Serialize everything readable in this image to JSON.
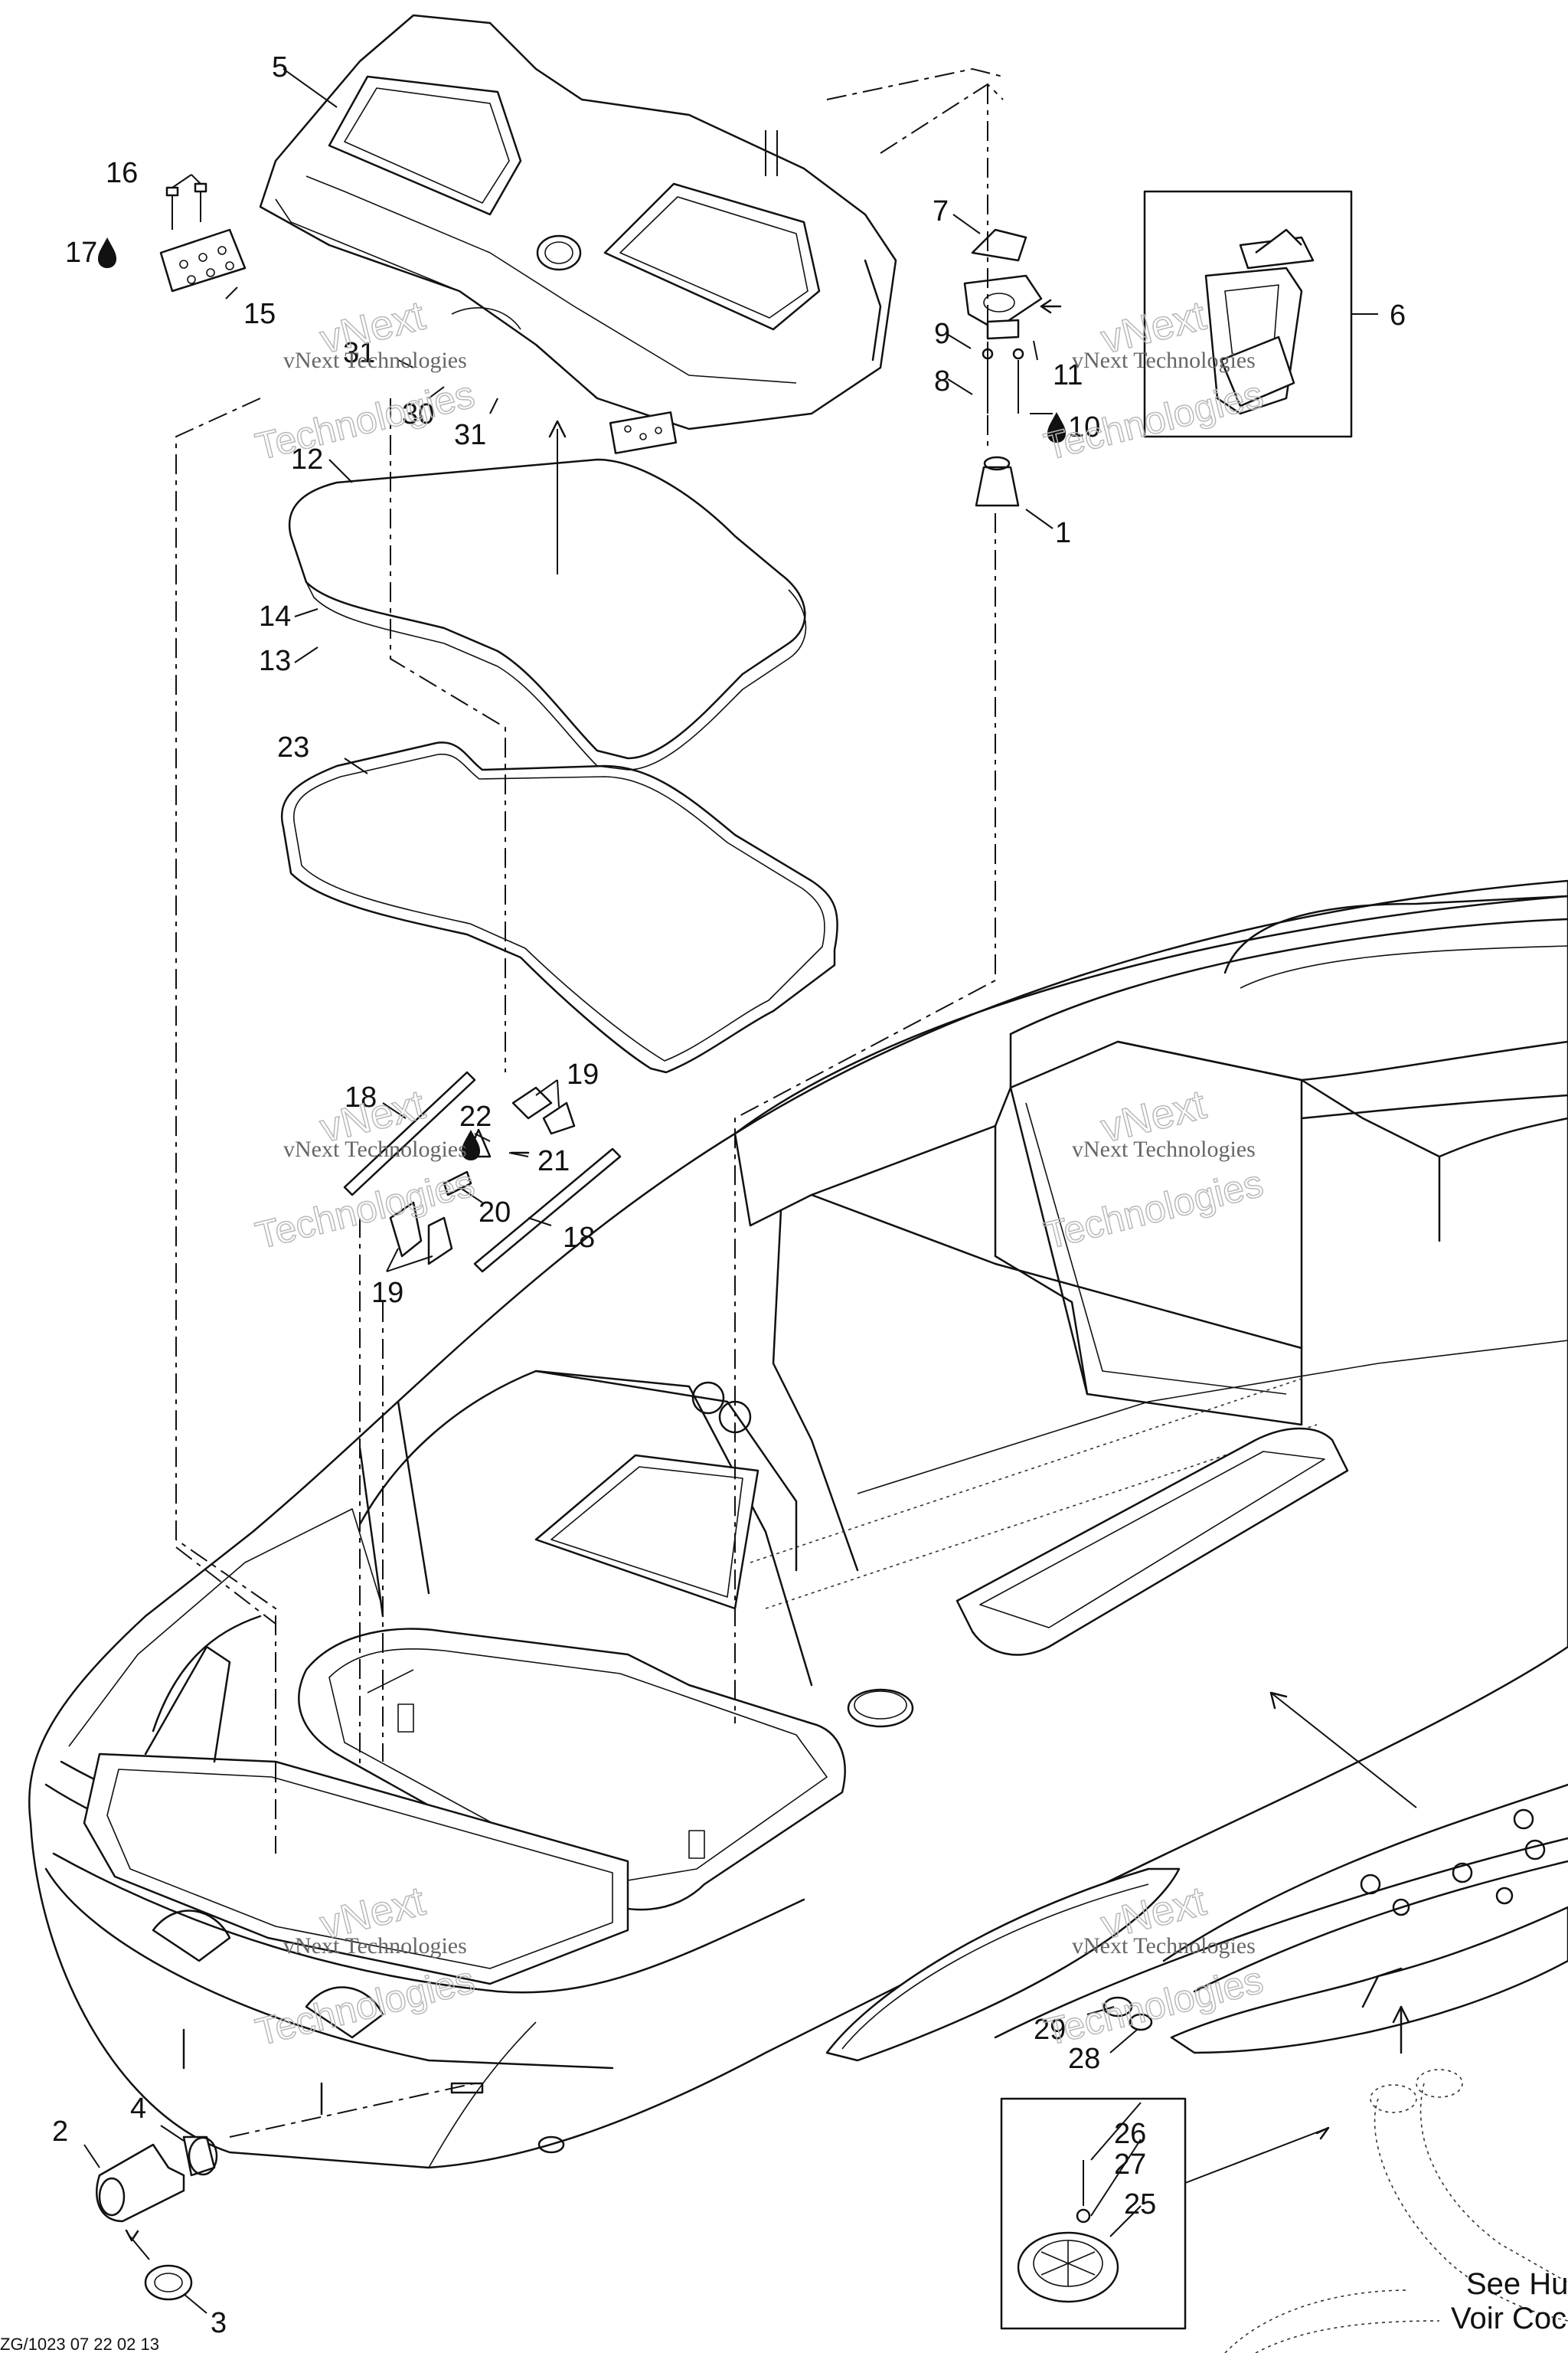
{
  "callouts": [
    "1",
    "2",
    "3",
    "4",
    "5",
    "6",
    "7",
    "8",
    "9",
    "10",
    "11",
    "12",
    "13",
    "14",
    "15",
    "16",
    "17",
    "18",
    "19",
    "20",
    "21",
    "22",
    "23",
    "25",
    "26",
    "27",
    "28",
    "29",
    "30",
    "31"
  ],
  "watermark": {
    "line1": "vNext Technologies",
    "line2": "vNext",
    "line3": "Technologies"
  },
  "note": {
    "line1": "See Hu",
    "line2": "Voir Coc"
  },
  "footer_code": "ZG/1023 07 22 02 13",
  "icons": [
    "lubricant-drop-icon"
  ]
}
